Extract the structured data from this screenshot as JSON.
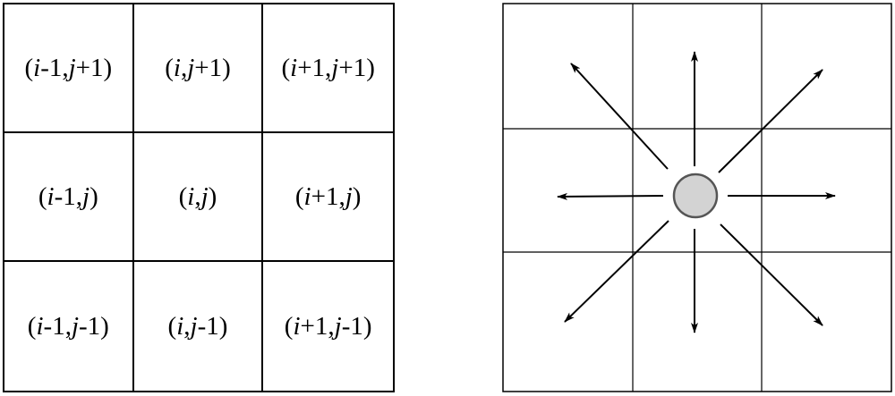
{
  "neighbor_grid": {
    "rows": [
      [
        {
          "pre": "(",
          "a": "i",
          "mid": "-1,",
          "b": "j",
          "post": "+1)"
        },
        {
          "pre": "(",
          "a": "i",
          "mid": ",",
          "b": "j",
          "post": "+1)"
        },
        {
          "pre": "(",
          "a": "i",
          "mid": "+1,",
          "b": "j",
          "post": "+1)"
        }
      ],
      [
        {
          "pre": "(",
          "a": "i",
          "mid": "-1,",
          "b": "j",
          "post": ")"
        },
        {
          "pre": "(",
          "a": "i",
          "mid": ",",
          "b": "j",
          "post": ")"
        },
        {
          "pre": "(",
          "a": "i",
          "mid": "+1,",
          "b": "j",
          "post": ")"
        }
      ],
      [
        {
          "pre": "(",
          "a": "i",
          "mid": "-1,",
          "b": "j",
          "post": "-1)"
        },
        {
          "pre": "(",
          "a": "i",
          "mid": ",",
          "b": "j",
          "post": "-1)"
        },
        {
          "pre": "(",
          "a": "i",
          "mid": "+1,",
          "b": "j",
          "post": "-1)"
        }
      ]
    ]
  },
  "arrow_diagram": {
    "directions": [
      "north",
      "north-east",
      "east",
      "south-east",
      "south",
      "south-west",
      "west",
      "north-west"
    ],
    "node_fill": "#d3d3d3",
    "node_stroke": "#555555"
  }
}
